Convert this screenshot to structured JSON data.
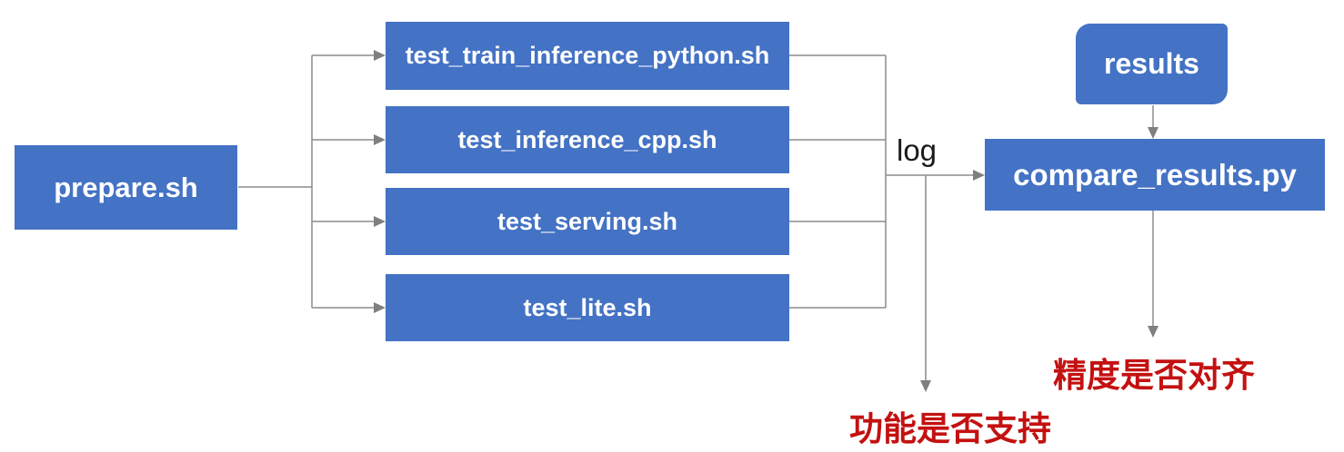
{
  "diagram": {
    "type": "flowchart",
    "background": "#ffffff"
  },
  "colors": {
    "box_blue": "#4472C4",
    "box_text": "#ffffff",
    "line_gray": "#8C8C8C",
    "arrow_gray": "#7F7F7F",
    "label_black": "#1a1a1a",
    "red_text": "#C31111"
  },
  "nodes": {
    "prepare": {
      "label": "prepare.sh"
    },
    "tests": [
      {
        "label": "test_train_inference_python.sh"
      },
      {
        "label": "test_inference_cpp.sh"
      },
      {
        "label": "test_serving.sh"
      },
      {
        "label": "test_lite.sh"
      }
    ],
    "results": {
      "label": "results"
    },
    "compare": {
      "label": "compare_results.py"
    }
  },
  "edge_labels": {
    "log": "log"
  },
  "outcomes": {
    "function_support": {
      "label": "功能是否支持"
    },
    "precision_aligned": {
      "label": "精度是否对齐"
    }
  }
}
